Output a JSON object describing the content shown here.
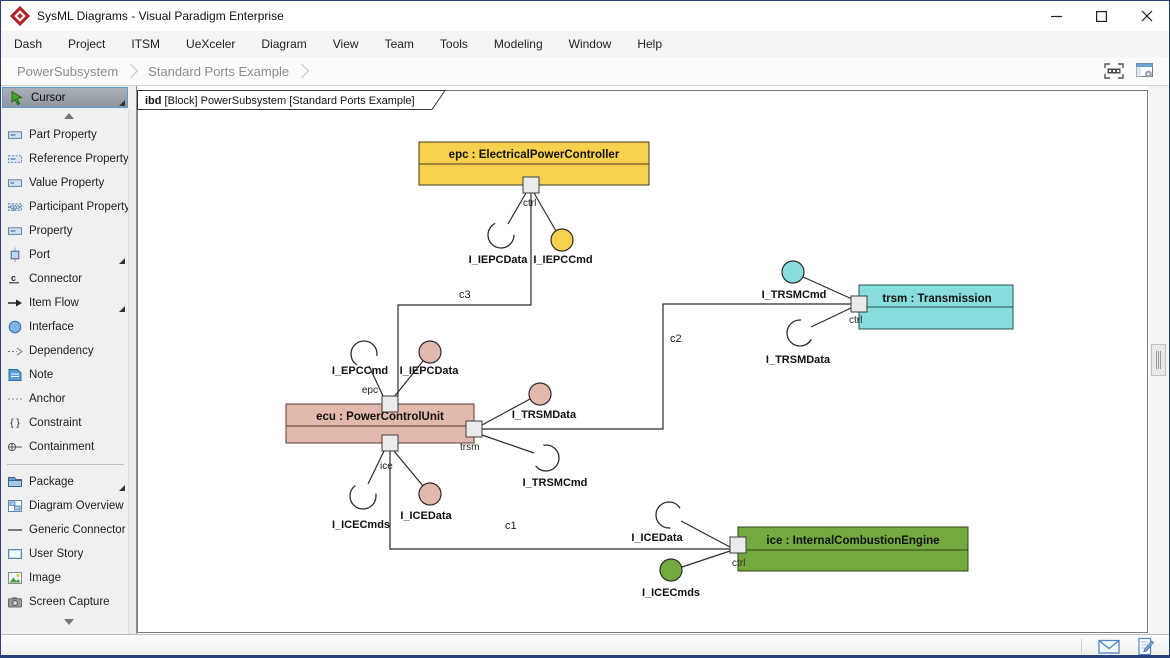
{
  "titlebar": {
    "title": "SysML Diagrams - Visual Paradigm Enterprise"
  },
  "menubar": {
    "items": [
      "Dash",
      "Project",
      "ITSM",
      "UeXceler",
      "Diagram",
      "View",
      "Team",
      "Tools",
      "Modeling",
      "Window",
      "Help"
    ]
  },
  "breadcrumb": {
    "items": [
      "PowerSubsystem",
      "Standard Ports Example"
    ]
  },
  "toolbox": {
    "cursor": "Cursor",
    "groups": [
      {
        "items": [
          {
            "label": "Part Property"
          },
          {
            "label": "Reference Property"
          },
          {
            "label": "Value Property"
          },
          {
            "label": "Participant Property"
          },
          {
            "label": "Property"
          },
          {
            "label": "Port",
            "submenu": true
          },
          {
            "label": "Connector"
          },
          {
            "label": "Item Flow",
            "submenu": true
          },
          {
            "label": "Interface"
          },
          {
            "label": "Dependency"
          },
          {
            "label": "Note"
          },
          {
            "label": "Anchor"
          },
          {
            "label": "Constraint"
          },
          {
            "label": "Containment"
          }
        ]
      },
      {
        "items": [
          {
            "label": "Package",
            "submenu": true
          },
          {
            "label": "Diagram Overview"
          },
          {
            "label": "Generic Connector"
          },
          {
            "label": "User Story"
          },
          {
            "label": "Image"
          },
          {
            "label": "Screen Capture"
          }
        ]
      }
    ]
  },
  "frame": {
    "keyword": "ibd",
    "title": " [Block] PowerSubsystem [Standard Ports Example]"
  },
  "diagram": {
    "blocks": {
      "epc": {
        "title": "epc : ElectricalPowerController",
        "fill": "#f7d04d"
      },
      "trsm": {
        "title": "trsm : Transmission",
        "fill": "#87dedd"
      },
      "ecu": {
        "title": "ecu : PowerControlUnit",
        "fill": "#e3b8ad"
      },
      "ice": {
        "title": "ice : InternalCombustionEngine",
        "fill": "#73aa40"
      }
    },
    "ports": {
      "epc_ctrl": "ctrl",
      "trsm_ctrl": "ctrl",
      "ice_ctrl": "ctrl",
      "ecu_epc": "epc",
      "ecu_trsm": "trsm",
      "ecu_ice": "ice"
    },
    "connectors": {
      "c1": "c1",
      "c2": "c2",
      "c3": "c3"
    },
    "interfaces": {
      "epc_req": "I_IEPCData",
      "epc_prov": "I_IEPCCmd",
      "trsm_prov": "I_TRSMCmd",
      "trsm_req": "I_TRSMData",
      "ecu_epc_req": "I_EPCCmd",
      "ecu_epc_prov": "I_IEPCData",
      "ecu_trsm_prov": "I_TRSMData",
      "ecu_trsm_req": "I_TRSMCmd",
      "ecu_ice_req": "I_ICECmds",
      "ecu_ice_prov": "I_ICEData",
      "ice_req": "I_ICEData",
      "ice_prov": "I_ICECmds"
    }
  },
  "colors": {
    "port_fill": "#ebebeb",
    "line": "#2b2b2b",
    "selection_border": "#5f9bd3"
  }
}
